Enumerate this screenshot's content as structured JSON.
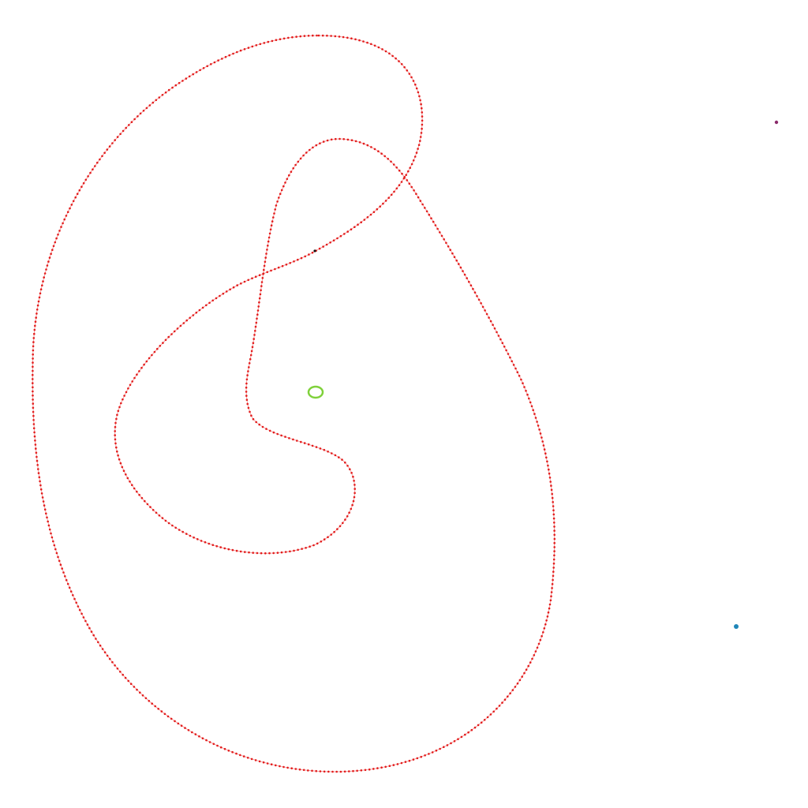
{
  "colors": {
    "background": "#ffffff",
    "curve_dots": "#e31c1c",
    "curve_line": "#f2a0a0",
    "ring": "#7fd13a",
    "point_purple": "#8a2a6a",
    "point_blue": "#1f86b8",
    "point_black": "#111111"
  },
  "elements": [
    {
      "name": "outer-loop-curve",
      "kind": "dotted-curve"
    },
    {
      "name": "inner-loop-curve",
      "kind": "dotted-curve"
    },
    {
      "name": "center-ring-marker",
      "kind": "ring"
    },
    {
      "name": "purple-point-marker",
      "kind": "point"
    },
    {
      "name": "blue-point-marker",
      "kind": "point"
    },
    {
      "name": "black-point-marker",
      "kind": "point"
    }
  ]
}
